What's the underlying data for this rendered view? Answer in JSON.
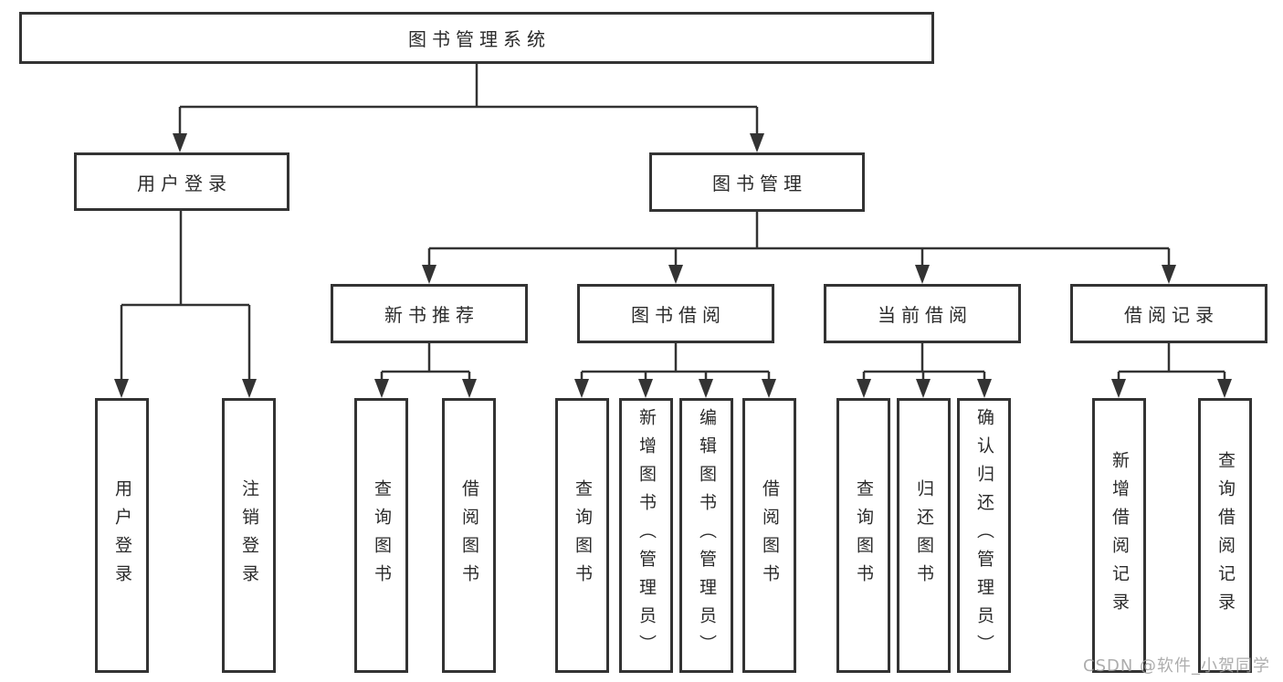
{
  "diagram_type": "tree-hierarchy",
  "colors": {
    "line": "#333333",
    "box_border": "#333333",
    "text": "#2b2b2b",
    "background": "#ffffff",
    "watermark": "#9f9f9f"
  },
  "tree": {
    "label": "图书管理系统",
    "children": [
      {
        "label": "用户登录",
        "children": [
          {
            "label": "用户登录"
          },
          {
            "label": "注销登录"
          }
        ]
      },
      {
        "label": "图书管理",
        "children": [
          {
            "label": "新书推荐",
            "children": [
              {
                "label": "查询图书"
              },
              {
                "label": "借阅图书"
              }
            ]
          },
          {
            "label": "图书借阅",
            "children": [
              {
                "label": "查询图书"
              },
              {
                "label": "新增图书（管理员）"
              },
              {
                "label": "编辑图书（管理员）"
              },
              {
                "label": "借阅图书"
              }
            ]
          },
          {
            "label": "当前借阅",
            "children": [
              {
                "label": "查询图书"
              },
              {
                "label": "归还图书"
              },
              {
                "label": "确认归还（管理员）"
              }
            ]
          },
          {
            "label": "借阅记录",
            "children": [
              {
                "label": "新增借阅记录"
              },
              {
                "label": "查询借阅记录"
              }
            ]
          }
        ]
      }
    ]
  },
  "watermark": {
    "text": "CSDN @软件_小贺同学"
  }
}
